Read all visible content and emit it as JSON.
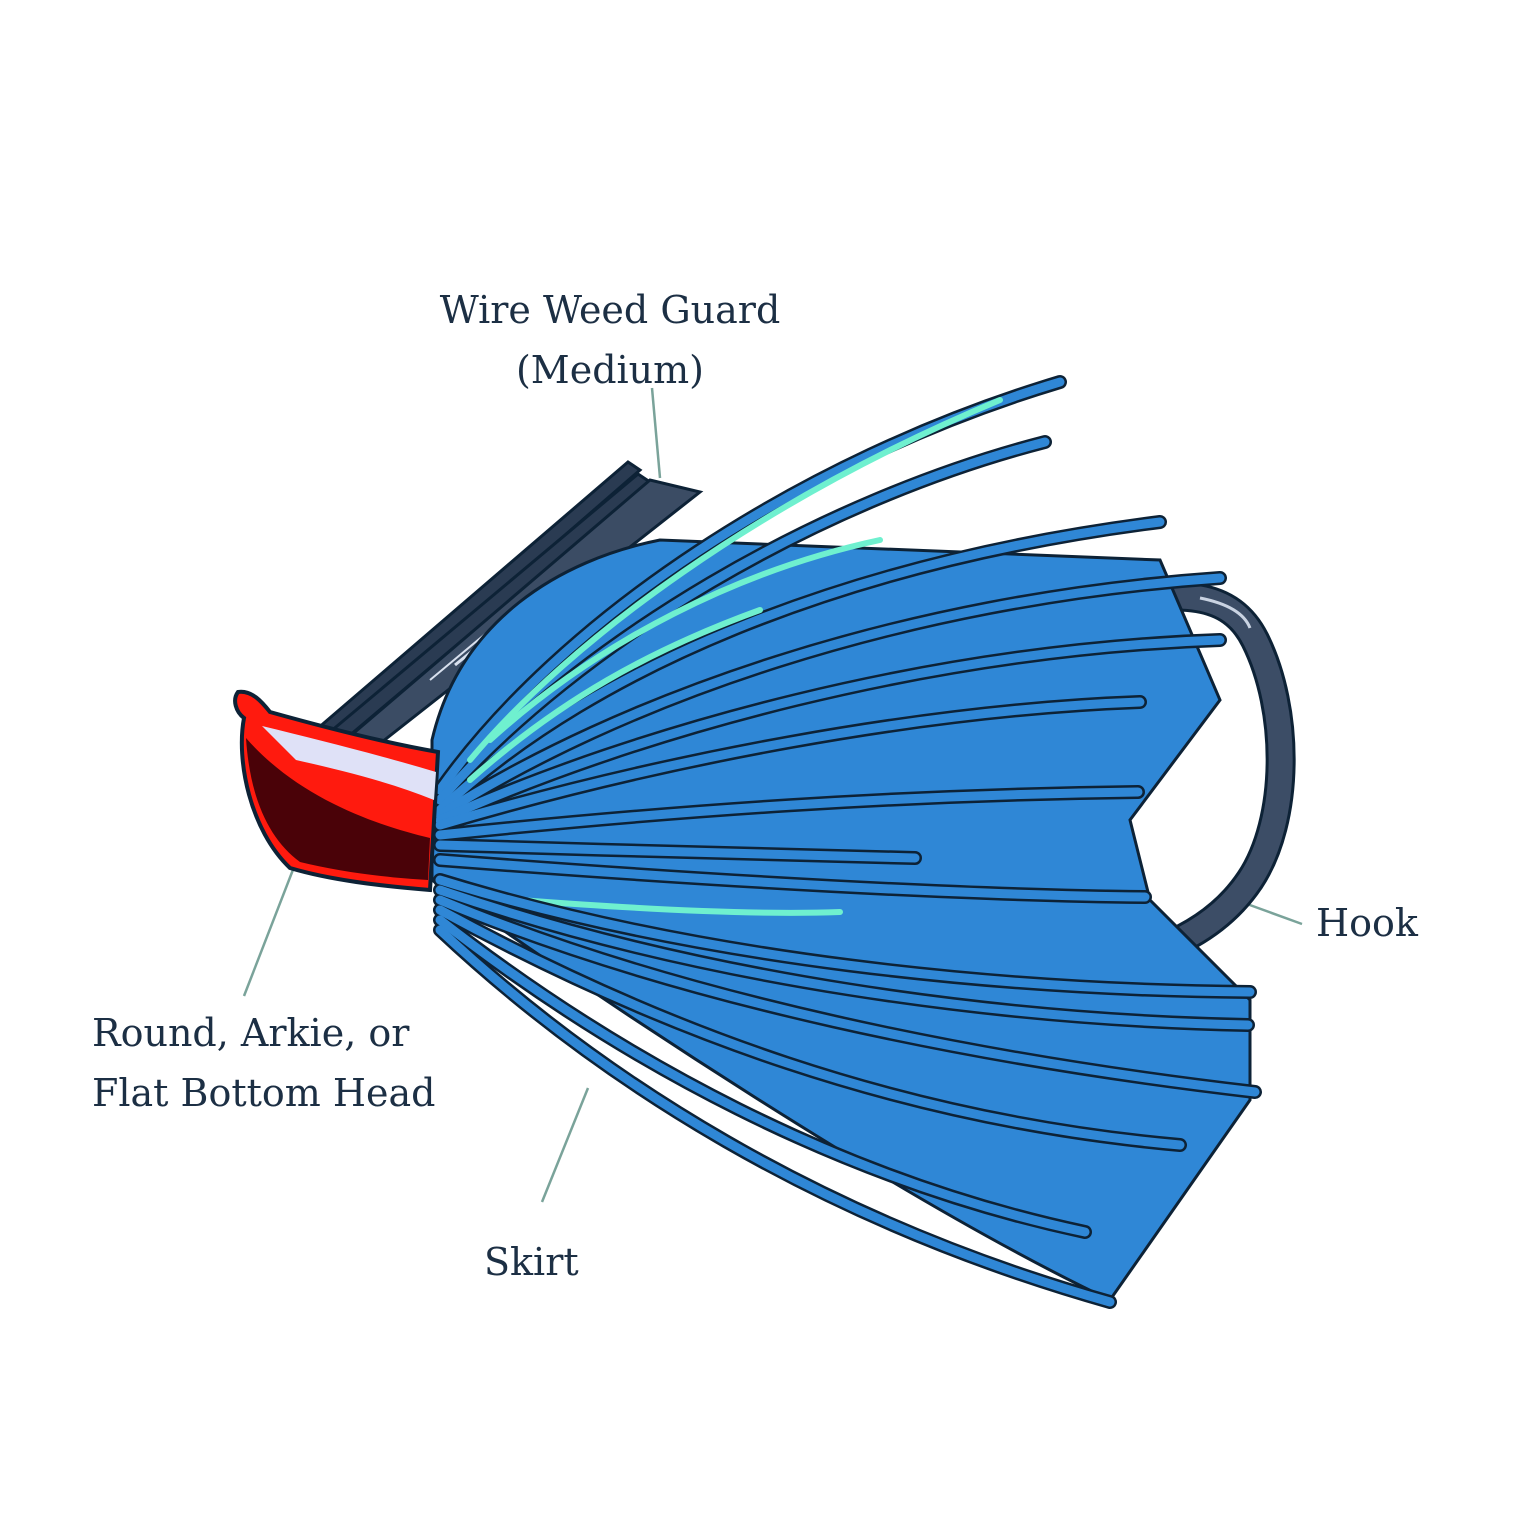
{
  "diagram": {
    "subject": "Fishing jig lure anatomy",
    "labels": {
      "wire_weed_guard": {
        "line1": "Wire Weed Guard",
        "line2": "(Medium)"
      },
      "head": {
        "line1": "Round, Arkie, or",
        "line2": "Flat Bottom Head"
      },
      "skirt": "Skirt",
      "hook": "Hook"
    },
    "colors": {
      "background": "#ffffff",
      "label_text": "#1c2f44",
      "leader_line": "#7aa39a",
      "head_red": "#ff1a0e",
      "head_dark": "#4a0208",
      "head_highlight": "#dfe1f7",
      "outline": "#0d2236",
      "skirt_blue": "#2f87d6",
      "skirt_teal": "#6ff0cf",
      "weed_guard": "#3b4c64",
      "hook": "#3c4d66"
    }
  }
}
